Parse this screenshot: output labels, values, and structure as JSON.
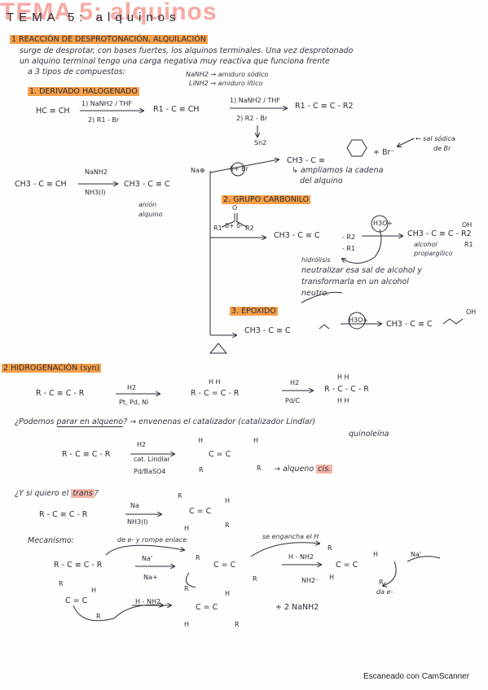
{
  "title_big": "TEMA 5: alquinos",
  "title_small": "TEMA 5: alquinos",
  "s1": {
    "heading": "1 REACCIÓN DE DESPROTONACIÓN, ALQUILACIÓN",
    "intro1": "surge de desprotar, con bases fuertes, los alquinos terminales. Una vez desprotonado",
    "intro2": "un alquino terminal tengo una carga negativa muy reactiva que funciona frente",
    "intro3": "a 3 tipos de compuestos:",
    "base1": "NaNH2 → amiduro sódico",
    "base2": "LiNH2 → amiduro lítico",
    "sub1": "1. DERIVADO HALOGENADO",
    "r1_start": "HC ≡ CH",
    "r1_cond1": "1) NaNH2 / THF",
    "r1_cond2": "2) R1 - Br",
    "r1_mid": "R1 - C ≡ CH",
    "r1_cond3": "1) NaNH2 / THF",
    "r1_cond4": "2) R2 - Br",
    "r1_prod": "R1 - C ≡ C - R2",
    "sn2": "Sn2",
    "main_start": "CH3 - C ≡ CH",
    "main_cond1": "NaNH2",
    "main_cond2": "NH3(l)",
    "main_anion": "CH3 - C ≡ C",
    "na_plus": "Na⊕",
    "anion_label1": "anión",
    "anion_label2": "alquino",
    "benz_label": "δ+ Br",
    "benz_prod": "CH3 - C ≡",
    "br_minus": "+ Br⁻",
    "sal_note1": "← sal sódica",
    "sal_note2": "de Br",
    "amplia1": "↳ ampliamos la cadena",
    "amplia2": "del alquino",
    "sub2": "2. GRUPO CARBONILO",
    "carb_o": "O",
    "carb_r1": "R1",
    "carb_r2": "R2",
    "carb_d": "δ+ δ-",
    "carb_int": "CH3 - C ≡ C",
    "carb_r2b": "- R2",
    "carb_r1b": "- R1",
    "h3o": "H3O+",
    "carb_prod": "CH3 - C ≡ C - R2",
    "carb_oh": "OH",
    "carb_r1c": "R1",
    "alcohol1": "alcohol",
    "alcohol2": "propargílico",
    "hidro1": "hidrólisis",
    "hidro2": "neutralizar esa sal de alcohol y",
    "hidro3": "transformarla en un alcohol",
    "hidro4": "neutro.",
    "sub3": "3. EPOXIDO",
    "epox_int": "CH3 - C ≡ C",
    "h3o_2": "H3O+",
    "epox_prod": "CH3 - C ≡ C",
    "epox_oh": "OH"
  },
  "s2": {
    "heading": "2 HIDROGENACIÓN (syn)",
    "r_start": "R - C ≡ C - R",
    "h2_1": "H2",
    "cat_1": "Pt, Pd, Ni",
    "alkene": "R - C = C - R",
    "h_top": "H   H",
    "h2_2": "H2",
    "cat_2": "Pd/C",
    "alkane": "R - C - C - R",
    "alk_h_top": "H   H",
    "alk_h_bot": "H   H",
    "q1_a": "¿Podemos",
    "q1_b": "parar en alqueno",
    "q1_c": "? → envenenas el catalizador (catalizador Lindlar)",
    "quinoleina": "quinoleína",
    "lind_start": "R - C ≡ C - R",
    "lind_h2": "H2",
    "lind_cat1": "cat. Lindlar",
    "lind_cat2": "Pd/BaSO4",
    "cis_h1": "H",
    "cis_h2": "H",
    "cis_c": "C = C",
    "cis_r1": "R",
    "cis_r2": "R",
    "cis_note": "→ alqueno",
    "cis_word": "cis.",
    "q2_a": "¿Y si quiero el",
    "q2_b": "trans",
    "q2_c": "?",
    "trans_start": "R - C ≡ C - R",
    "na": "Na",
    "nh3": "NH3(l)",
    "trans_r1": "R",
    "trans_h1": "H",
    "trans_c": "C = C",
    "trans_h2": "H",
    "trans_r2": "R",
    "mec_label": "Mecanismo:",
    "de_note": "de e- y rompe enlace",
    "engancha": "se engancha el H",
    "mech_start": "R - C ≡ C - R",
    "na_1": "Na'",
    "na_plus2": "Na+",
    "h_nh2": "H - NH2",
    "nh2_minus": "NH2⁻",
    "mech_c": "C = C",
    "mech_r": "R",
    "mech_r2": "R",
    "mech_h": "H",
    "na_2": "Na'",
    "de_minus": "da e-",
    "last_r": "R",
    "last_h": "H",
    "last_c": "C = C",
    "h_nh2_2": "H - NH2",
    "final_r1": "R",
    "final_h1": "H",
    "final_c": "C = C",
    "final_h2": "H",
    "final_r2": "R",
    "final_plus": "+ 2 NaNH2"
  },
  "footer": "Escaneado con CamScanner"
}
